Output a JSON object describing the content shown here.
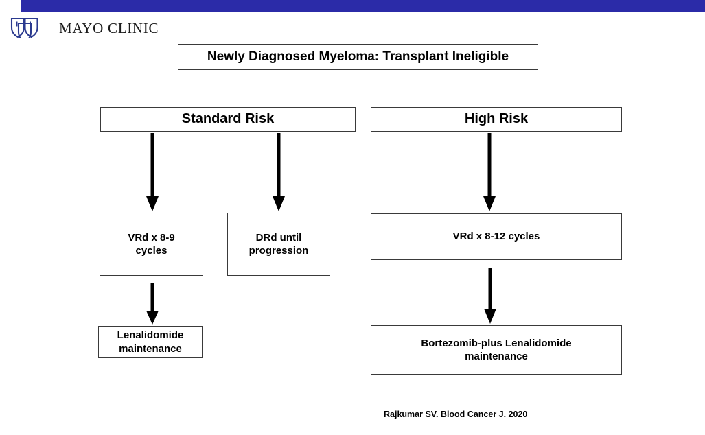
{
  "branding": {
    "band_color": "#2B2BA8",
    "logo_name": "Mayo Clinic",
    "logo_text": "MAYO CLINIC"
  },
  "slide": {
    "title": "Newly Diagnosed Myeloma: Transplant Ineligible",
    "citation": "Rajkumar SV. Blood Cancer J. 2020"
  },
  "branches": [
    {
      "id": "standard-risk",
      "header": "Standard Risk",
      "treatments": [
        {
          "id": "vrd-8-9",
          "label": "VRd x 8-9\ncycles"
        },
        {
          "id": "drd-until-progression",
          "label": "DRd until\nprogression"
        }
      ],
      "maintenance": {
        "id": "lenalidomide-maintenance",
        "label": "Lenalidomide\nmaintenance"
      }
    },
    {
      "id": "high-risk",
      "header": "High Risk",
      "treatments": [
        {
          "id": "vrd-8-12",
          "label": "VRd x 8-12 cycles"
        }
      ],
      "maintenance": {
        "id": "bortezomib-lenalidomide-maintenance",
        "label": "Bortezomib-plus Lenalidomide\nmaintenance"
      }
    }
  ],
  "colors": {
    "box_border": "#3a3a3a",
    "arrow": "#000000",
    "text": "#000000"
  }
}
